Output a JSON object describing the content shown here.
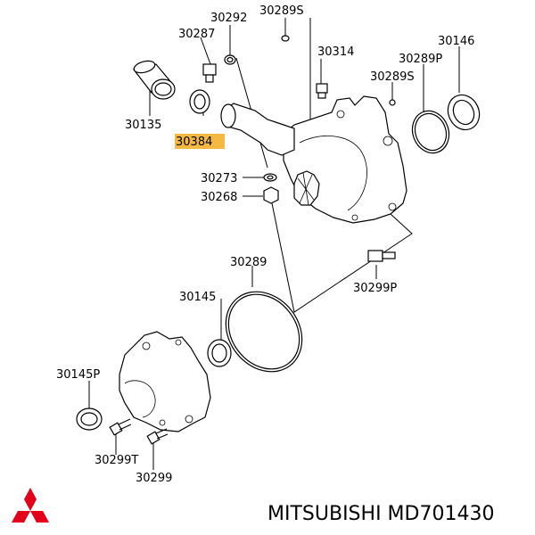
{
  "labels": {
    "p30289s_top": "30289S",
    "p30292": "30292",
    "p30287": "30287",
    "p30314": "30314",
    "p30146": "30146",
    "p30289p": "30289P",
    "p30289s_right": "30289S",
    "p30135": "30135",
    "p30384": "30384",
    "p30273": "30273",
    "p30268": "30268",
    "p30289": "30289",
    "p30299p": "30299P",
    "p30145": "30145",
    "p30145p": "30145P",
    "p30299t": "30299T",
    "p30299": "30299"
  },
  "footer": {
    "brand_text": "MITSUBISHI MD701430"
  },
  "colors": {
    "highlight": "#f5b841",
    "logo": "#e2001a",
    "ink": "#000000"
  }
}
